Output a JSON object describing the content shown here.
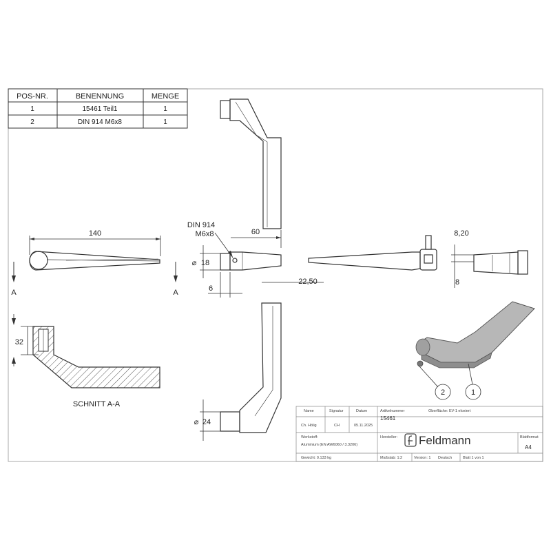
{
  "bom": {
    "headers": [
      "POS-NR.",
      "BENENNUNG",
      "MENGE"
    ],
    "rows": [
      [
        "1",
        "15461 Teil1",
        "1"
      ],
      [
        "2",
        "DIN 914 M6x8",
        "1"
      ]
    ]
  },
  "dimensions": {
    "length": "140",
    "section_height": "32",
    "section_mark": "A",
    "width_60": "60",
    "screw_line1": "DIN 914",
    "screw_line2": "M6x8",
    "dia18": "18",
    "dia_symbol": "⌀",
    "dim6": "6",
    "dim22": "22,50",
    "square": "8,20",
    "dim8": "8",
    "dia24": "24"
  },
  "section_label": "SCHNITT A-A",
  "balloons": [
    "2",
    "1"
  ],
  "title_block": {
    "name_h": "Name",
    "signatur_h": "Signatur",
    "datum_h": "Datum",
    "artikel_h": "Artikelnummer",
    "oberflaeche": "Oberfläche: EV-1 eloxiert",
    "name": "Ch. Hölig",
    "signatur": "CH",
    "datum": "05.11.2025",
    "artikelnummer": "15461",
    "werkstoff_h": "Werkstoff:",
    "werkstoff": "Aluminium (EN AW6060 / 3.3206)",
    "hersteller_h": "Hersteller:",
    "brand": "Feldmann",
    "blattformat_h": "Blattformat",
    "blattformat": "A4",
    "gewicht": "Gewicht: 0.133 kg",
    "massstab": "Maßstab: 1:2",
    "version": "Version: 1",
    "sprache": "Deutsch",
    "blatt": "Blatt 1 von 1"
  },
  "colors": {
    "line": "#333333",
    "frame": "#888888",
    "hatch": "#666666"
  }
}
